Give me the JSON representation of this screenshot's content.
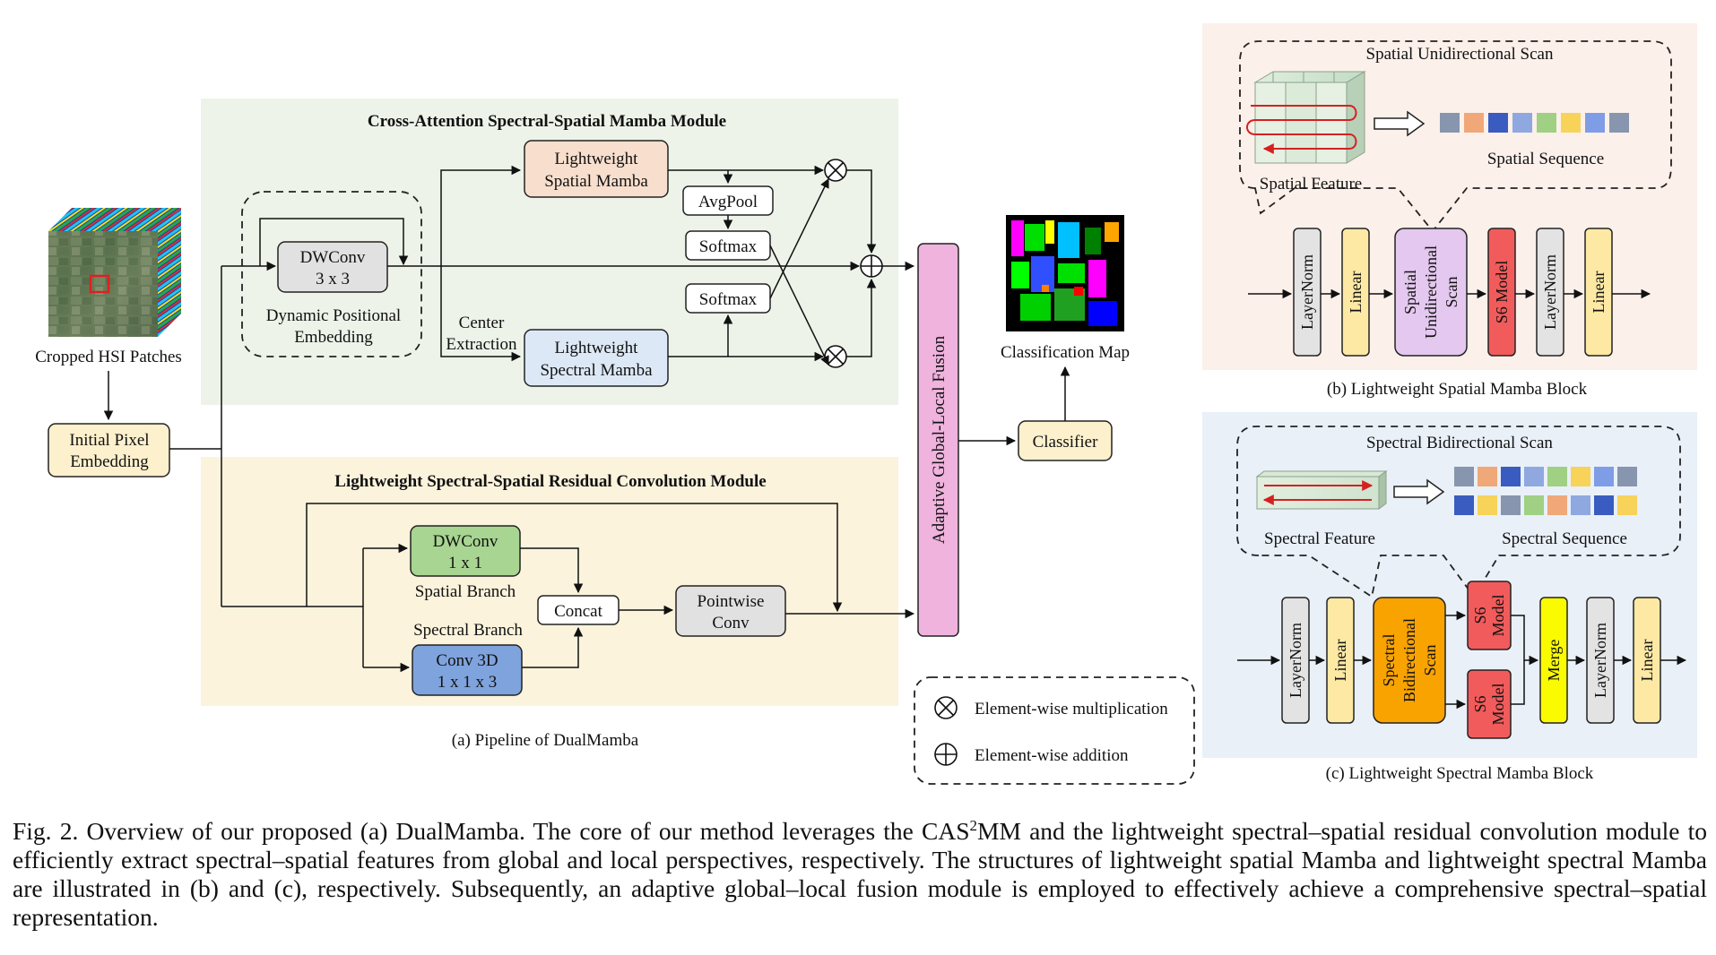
{
  "colors": {
    "cross_bg": "#edf3e9",
    "residual_bg": "#fbf3dc",
    "spatial_panel_bg": "#fcf0ea",
    "spectral_panel_bg": "#e9f0f8",
    "fusion": "#efb3de",
    "spatial_mamba": "#f8decd",
    "spectral_mamba": "#dde8f6",
    "dwconv1": "#a8d591",
    "conv3d": "#7fa3dc",
    "embed": "#fdf0cd",
    "linear": "#fde9a4",
    "norm": "#e3e3e3",
    "s6": "#f25b5b",
    "scan_spatial": "#e4c8ef",
    "scan_spectral": "#f9a300",
    "merge": "#fbfb00",
    "arrow_red": "#d62020"
  },
  "pipeline": {
    "caption": "(a) Pipeline of DualMamba",
    "input_label": "Cropped HSI Patches",
    "embed_line1": "Initial Pixel",
    "embed_line2": "Embedding",
    "cross_title": "Cross-Attention Spectral-Spatial Mamba Module",
    "dwconv3_line1": "DWConv",
    "dwconv3_line2": "3 x 3",
    "dpe_line1": "Dynamic Positional",
    "dpe_line2": "Embedding",
    "center_line1": "Center",
    "center_line2": "Extraction",
    "spatial_mamba_line1": "Lightweight",
    "spatial_mamba_line2": "Spatial Mamba",
    "spectral_mamba_line1": "Lightweight",
    "spectral_mamba_line2": "Spectral Mamba",
    "avgpool": "AvgPool",
    "softmax1": "Softmax",
    "softmax2": "Softmax",
    "residual_title": "Lightweight Spectral-Spatial Residual Convolution Module",
    "dwconv1_line1": "DWConv",
    "dwconv1_line2": "1 x 1",
    "spatial_branch": "Spatial Branch",
    "spectral_branch": "Spectral Branch",
    "conv3d_line1": "Conv 3D",
    "conv3d_line2": "1 x 1 x 3",
    "concat": "Concat",
    "pointwise_line1": "Pointwise",
    "pointwise_line2": "Conv",
    "fusion": "Adaptive Global-Local Fusion",
    "classifier": "Classifier",
    "classification_map": "Classification Map"
  },
  "legend": {
    "multiplication": "Element-wise multiplication",
    "addition": "Element-wise addition"
  },
  "spatial_block": {
    "caption": "(b) Lightweight Spatial Mamba Block",
    "scan_title": "Spatial Unidirectional Scan",
    "feature_label": "Spatial Feature",
    "sequence_label": "Spatial Sequence",
    "blocks": {
      "layernorm1": "LayerNorm",
      "linear1": "Linear",
      "scan_line1": "Spatial",
      "scan_line2": "Unidirectional",
      "scan_line3": "Scan",
      "s6": "S6 Model",
      "layernorm2": "LayerNorm",
      "linear2": "Linear"
    },
    "sequence_colors": [
      "#8796ae",
      "#f0a878",
      "#3a5cc0",
      "#8fa8e0",
      "#9fd083",
      "#f7d35a",
      "#7f9de6",
      "#8796ae"
    ]
  },
  "spectral_block": {
    "caption": "(c) Lightweight Spectral Mamba Block",
    "scan_title": "Spectral Bidirectional Scan",
    "feature_label": "Spectral Feature",
    "sequence_label": "Spectral Sequence",
    "blocks": {
      "layernorm1": "LayerNorm",
      "linear1": "Linear",
      "scan_line1": "Spectral",
      "scan_line2": "Bidirectional",
      "scan_line3": "Scan",
      "s6_top_line1": "S6",
      "s6_top_line2": "Model",
      "s6_bottom_line1": "S6",
      "s6_bottom_line2": "Model",
      "merge": "Merge",
      "layernorm2": "LayerNorm",
      "linear2": "Linear"
    },
    "sequence_row1_colors": [
      "#8796ae",
      "#f0a878",
      "#3a5cc0",
      "#8fa8e0",
      "#9fd083",
      "#f7d35a",
      "#7f9de6",
      "#8796ae"
    ],
    "sequence_row2_colors": [
      "#3a5cc0",
      "#f7d35a",
      "#8796ae",
      "#9fd083",
      "#f0a878",
      "#8fa8e0",
      "#3a5cc0",
      "#f7d35a"
    ]
  },
  "caption": {
    "part1": "Fig. 2.   Overview of our proposed (a) DualMamba. The core of our method leverages the CAS",
    "sup": "2",
    "part2": "MM and the lightweight spectral–spatial residual convolution module to efficiently extract spectral–spatial features from global and local perspectives, respectively. The structures of lightweight spatial Mamba and lightweight spectral Mamba are illustrated in (b) and (c), respectively. Subsequently, an adaptive global–local fusion module is employed to effectively achieve a comprehensive spectral–spatial representation."
  }
}
